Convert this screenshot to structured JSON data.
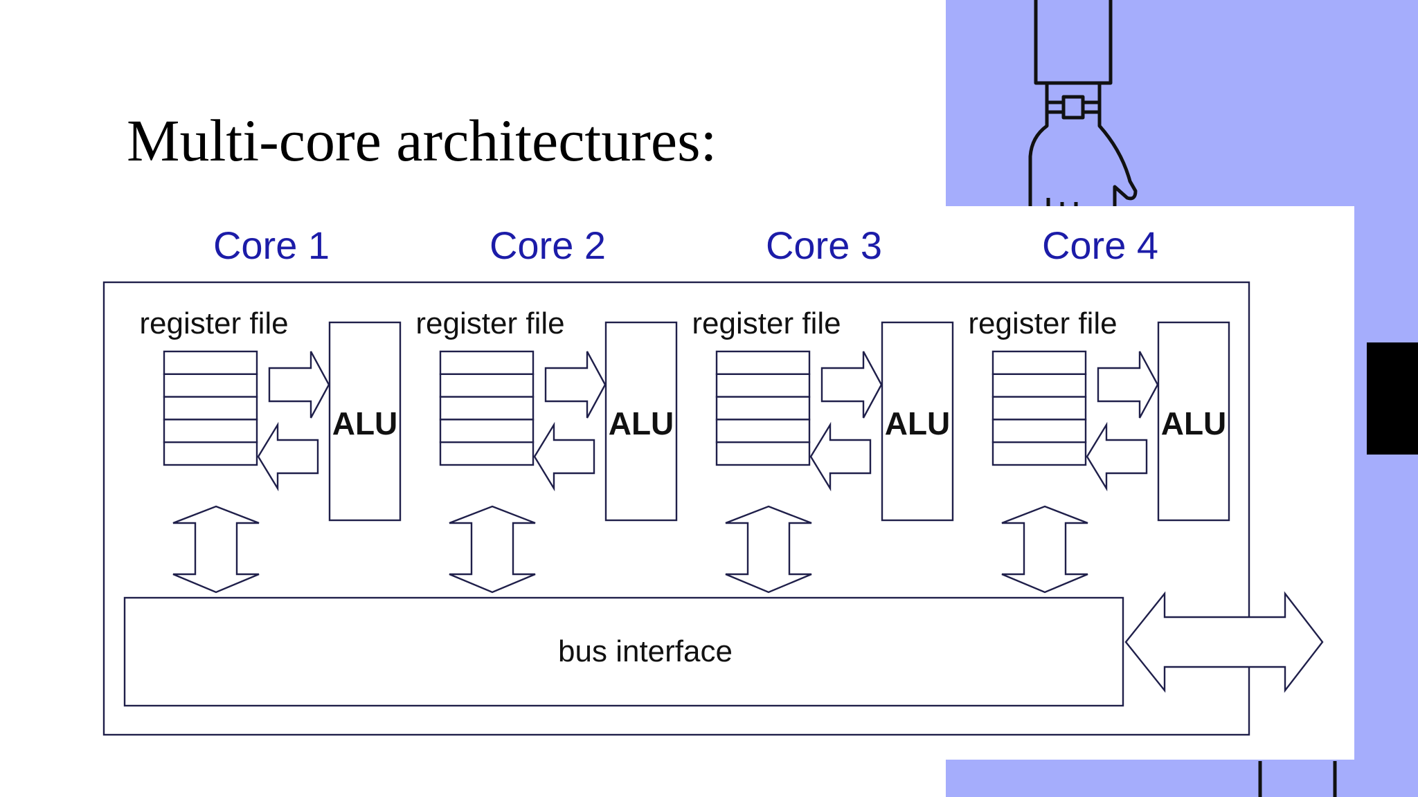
{
  "slide": {
    "title": "Multi-core architectures:",
    "colors": {
      "background": "#ffffff",
      "accent_panel": "#a5adfc",
      "black_tab": "#000000",
      "core_label": "#1c1ca8",
      "diagram_line": "#1f1f4a",
      "text": "#111111"
    },
    "decorations": [
      "hand-icon",
      "side-tab"
    ]
  },
  "diagram": {
    "cores": [
      {
        "label": "Core 1",
        "register_label": "register file",
        "alu_label": "ALU"
      },
      {
        "label": "Core 2",
        "register_label": "register file",
        "alu_label": "ALU"
      },
      {
        "label": "Core 3",
        "register_label": "register file",
        "alu_label": "ALU"
      },
      {
        "label": "Core 4",
        "register_label": "register file",
        "alu_label": "ALU"
      }
    ],
    "register_rows": 5,
    "bus_label": "bus interface"
  }
}
